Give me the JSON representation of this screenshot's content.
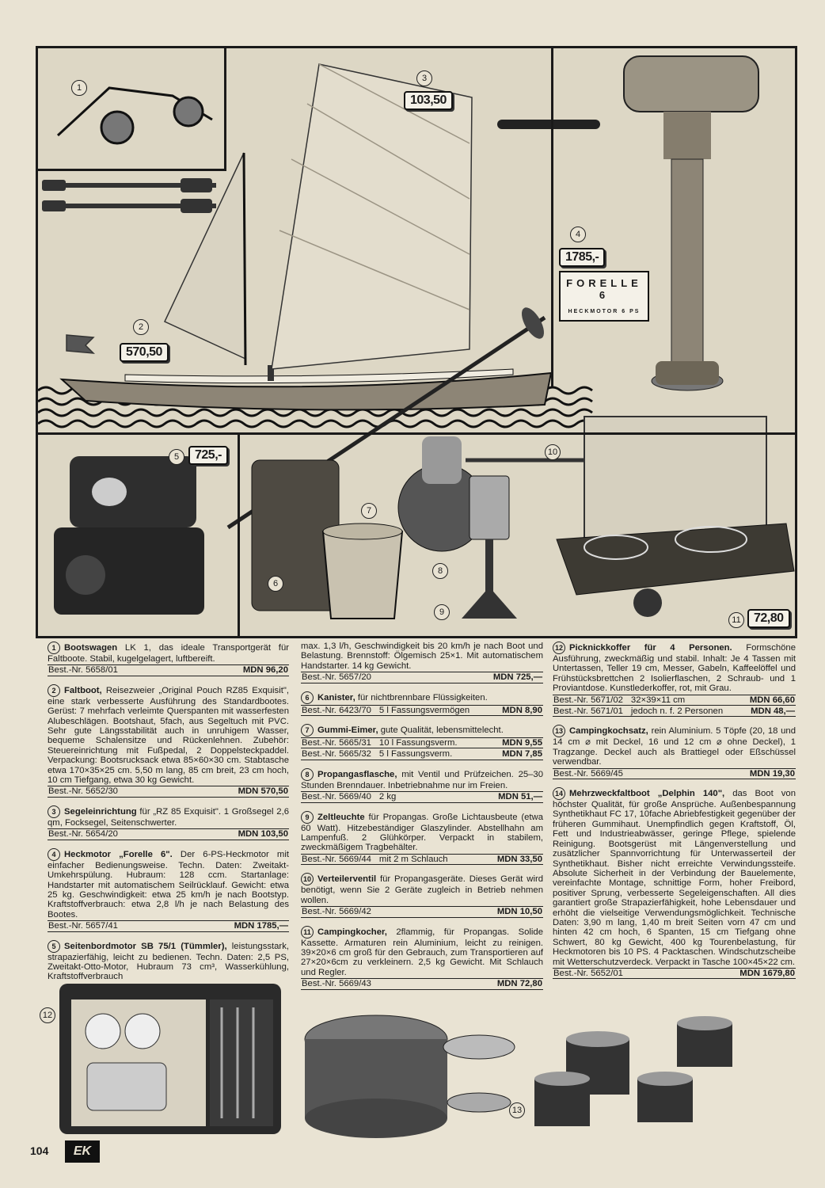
{
  "page_number": "104",
  "logo_text": "EK",
  "images": {
    "labels": {
      "wagen": "1",
      "boot": "2",
      "segel": "3",
      "motor": "4",
      "seitenbord": "5",
      "kanister": "6",
      "eimer": "7",
      "gasflasche": "8",
      "leuchte": "9",
      "ventil": "10",
      "kocher": "11",
      "koffer": "12",
      "kochsatz": "13"
    },
    "prices": {
      "segel": "103,50",
      "motor": "1785,-",
      "boot": "570,50",
      "seitenbord": "725,-",
      "kocher": "72,80"
    },
    "forelle_brand": "FORELLE 6",
    "forelle_sub": "HECKMOTOR 6 PS"
  },
  "col1": [
    {
      "n": "1",
      "title": "Bootswagen",
      "text": " LK 1, das ideale Transportgerät für Faltboote. Stabil, kugelgelagert, luftbereift.",
      "orders": [
        {
          "nr": "Best.-Nr. 5658/01",
          "mid": "",
          "price": "MDN 96,20"
        }
      ]
    },
    {
      "n": "2",
      "title": "Faltboot,",
      "text": " Reisezweier „Original Pouch RZ85 Exquisit\", eine stark verbesserte Ausführung des Standardbootes. Gerüst: 7 mehrfach verleimte Querspanten mit wasserfesten Alubeschlägen. Bootshaut, 5fach, aus Segeltuch mit PVC. Sehr gute Längsstabilität auch in unruhigem Wasser, bequeme Schalensitze und Rückenlehnen. Zubehör: Steuereinrichtung mit Fußpedal, 2 Doppelsteckpaddel. Verpackung: Bootsrucksack etwa 85×60×30 cm. Stabtasche etwa 170×35×25 cm. 5,50 m lang, 85 cm breit, 23 cm hoch, 10 cm Tiefgang, etwa 30 kg Gewicht.",
      "orders": [
        {
          "nr": "Best.-Nr. 5652/30",
          "mid": "",
          "price": "MDN 570,50"
        }
      ]
    },
    {
      "n": "3",
      "title": "Segeleinrichtung",
      "text": " für „RZ 85 Exquisit\". 1 Großsegel 2,6 qm, Focksegel, Seitenschwerter.",
      "orders": [
        {
          "nr": "Best.-Nr. 5654/20",
          "mid": "",
          "price": "MDN 103,50"
        }
      ]
    },
    {
      "n": "4",
      "title": "Heckmotor „Forelle 6\".",
      "text": " Der 6-PS-Heckmotor mit einfacher Bedienungsweise. Techn. Daten: Zweitakt-Umkehrspülung. Hubraum: 128 ccm. Startanlage: Handstarter mit automatischem Seilrücklauf. Gewicht: etwa 25 kg. Geschwindigkeit: etwa 25 km/h je nach Bootstyp. Kraftstoffverbrauch: etwa 2,8 l/h je nach Belastung des Bootes.",
      "orders": [
        {
          "nr": "Best.-Nr. 5657/41",
          "mid": "",
          "price": "MDN 1785,—"
        }
      ]
    },
    {
      "n": "5",
      "title": "Seitenbordmotor SB 75/1 (Tümmler),",
      "text": " leistungsstark, strapazierfähig, leicht zu bedienen. Techn. Daten: 2,5 PS, Zweitakt-Otto-Motor, Hubraum 73 cm³, Wasserkühlung, Kraftstoffverbrauch",
      "orders": []
    }
  ],
  "col2": [
    {
      "n": "",
      "title": "",
      "text": "max. 1,3 l/h, Geschwindigkeit bis 20 km/h je nach Boot und Belastung. Brennstoff: Ölgemisch 25×1. Mit automatischem Handstarter. 14 kg Gewicht.",
      "orders": [
        {
          "nr": "Best.-Nr. 5657/20",
          "mid": "",
          "price": "MDN 725,—"
        }
      ]
    },
    {
      "n": "6",
      "title": "Kanister,",
      "text": " für nichtbrennbare Flüssigkeiten.",
      "orders": [
        {
          "nr": "Best.-Nr. 6423/70",
          "mid": "5 l Fassungsvermögen",
          "price": "MDN 8,90"
        }
      ]
    },
    {
      "n": "7",
      "title": "Gummi-Eimer,",
      "text": " gute Qualität, lebensmittelecht.",
      "orders": [
        {
          "nr": "Best.-Nr. 5665/31",
          "mid": "10 l Fassungsverm.",
          "price": "MDN 9,55"
        },
        {
          "nr": "Best.-Nr. 5665/32",
          "mid": "5 l Fassungsverm.",
          "price": "MDN 7,85"
        }
      ]
    },
    {
      "n": "8",
      "title": "Propangasflasche,",
      "text": " mit Ventil und Prüfzeichen. 25–30 Stunden Brenndauer. Inbetriebnahme nur im Freien.",
      "orders": [
        {
          "nr": "Best.-Nr. 5669/40",
          "mid": "2 kg",
          "price": "MDN 51,—"
        }
      ]
    },
    {
      "n": "9",
      "title": "Zeltleuchte",
      "text": " für Propangas. Große Lichtausbeute (etwa 60 Watt). Hitzebeständiger Glaszylinder. Abstellhahn am Lampenfuß. 2 Glühkörper. Verpackt in stabilem, zweckmäßigem Tragbehälter.",
      "orders": [
        {
          "nr": "Best.-Nr. 5669/44",
          "mid": "mit 2 m Schlauch",
          "price": "MDN 33,50"
        }
      ]
    },
    {
      "n": "10",
      "title": "Verteilerventil",
      "text": " für Propangasgeräte. Dieses Gerät wird benötigt, wenn Sie 2 Geräte zugleich in Betrieb nehmen wollen.",
      "orders": [
        {
          "nr": "Best.-Nr. 5669/42",
          "mid": "",
          "price": "MDN 10,50"
        }
      ]
    },
    {
      "n": "11",
      "title": "Campingkocher,",
      "text": " 2flammig, für Propangas. Solide Kassette. Armaturen rein Aluminium, leicht zu reinigen. 39×20×6 cm groß für den Gebrauch, zum Transportieren auf 27×20×6cm zu verkleinern. 2,5 kg Gewicht. Mit Schlauch und Regler.",
      "orders": [
        {
          "nr": "Best.-Nr. 5669/43",
          "mid": "",
          "price": "MDN 72,80"
        }
      ]
    }
  ],
  "col3": [
    {
      "n": "12",
      "title": "Picknickkoffer für 4 Personen.",
      "text": " Formschöne Ausführung, zweckmäßig und stabil. Inhalt: Je 4 Tassen mit Untertassen, Teller 19 cm, Messer, Gabeln, Kaffeelöffel und Frühstücksbrettchen 2 Isolierflaschen, 2 Schraub- und 1 Proviantdose. Kunstlederkoffer, rot, mit Grau.",
      "orders": [
        {
          "nr": "Best.-Nr. 5671/02",
          "mid": "32×39×11 cm",
          "price": "MDN 66,60"
        },
        {
          "nr": "Best.-Nr. 5671/01",
          "mid": "jedoch n. f. 2 Personen",
          "price": "MDN 48,—"
        }
      ]
    },
    {
      "n": "13",
      "title": "Campingkochsatz,",
      "text": " rein Aluminium. 5 Töpfe (20, 18 und 14 cm ⌀ mit Deckel, 16 und 12 cm ⌀ ohne Deckel), 1 Tragzange. Deckel auch als Brattiegel oder Eßschüssel verwendbar.",
      "orders": [
        {
          "nr": "Best.-Nr. 5669/45",
          "mid": "",
          "price": "MDN 19,30"
        }
      ]
    },
    {
      "n": "14",
      "title": "Mehrzweckfaltboot „Delphin 140\",",
      "text": " das Boot von höchster Qualität, für große Ansprüche. Außenbespannung Synthetikhaut FC 17, 10fache Abriebfestigkeit gegenüber der früheren Gummihaut. Unempfindlich gegen Kraftstoff, Öl, Fett und Industrieabwässer, geringe Pflege, spielende Reinigung. Bootsgerüst mit Längenverstellung und zusätzlicher Spannvorrichtung für Unterwasserteil der Synthetikhaut. Bisher nicht erreichte Verwindungssteife. Absolute Sicherheit in der Verbindung der Bauelemente, vereinfachte Montage, schnittige Form, hoher Freibord, positiver Sprung, verbesserte Segeleigenschaften. All dies garantiert große Strapazierfähigkeit, hohe Lebensdauer und erhöht die vielseitige Verwendungsmöglichkeit. Technische Daten: 3,90 m lang, 1,40 m breit Seiten vorn 47 cm und hinten 42 cm hoch, 6 Spanten, 15 cm Tiefgang ohne Schwert, 80 kg Gewicht, 400 kg Tourenbelastung, für Heckmotoren bis 10 PS. 4 Packtaschen. Windschutzscheibe mit Wetterschutzverdeck. Verpackt in Tasche 100×45×22 cm.",
      "orders": [
        {
          "nr": "Best.-Nr. 5652/01",
          "mid": "",
          "price": "MDN 1679,80"
        }
      ]
    }
  ]
}
